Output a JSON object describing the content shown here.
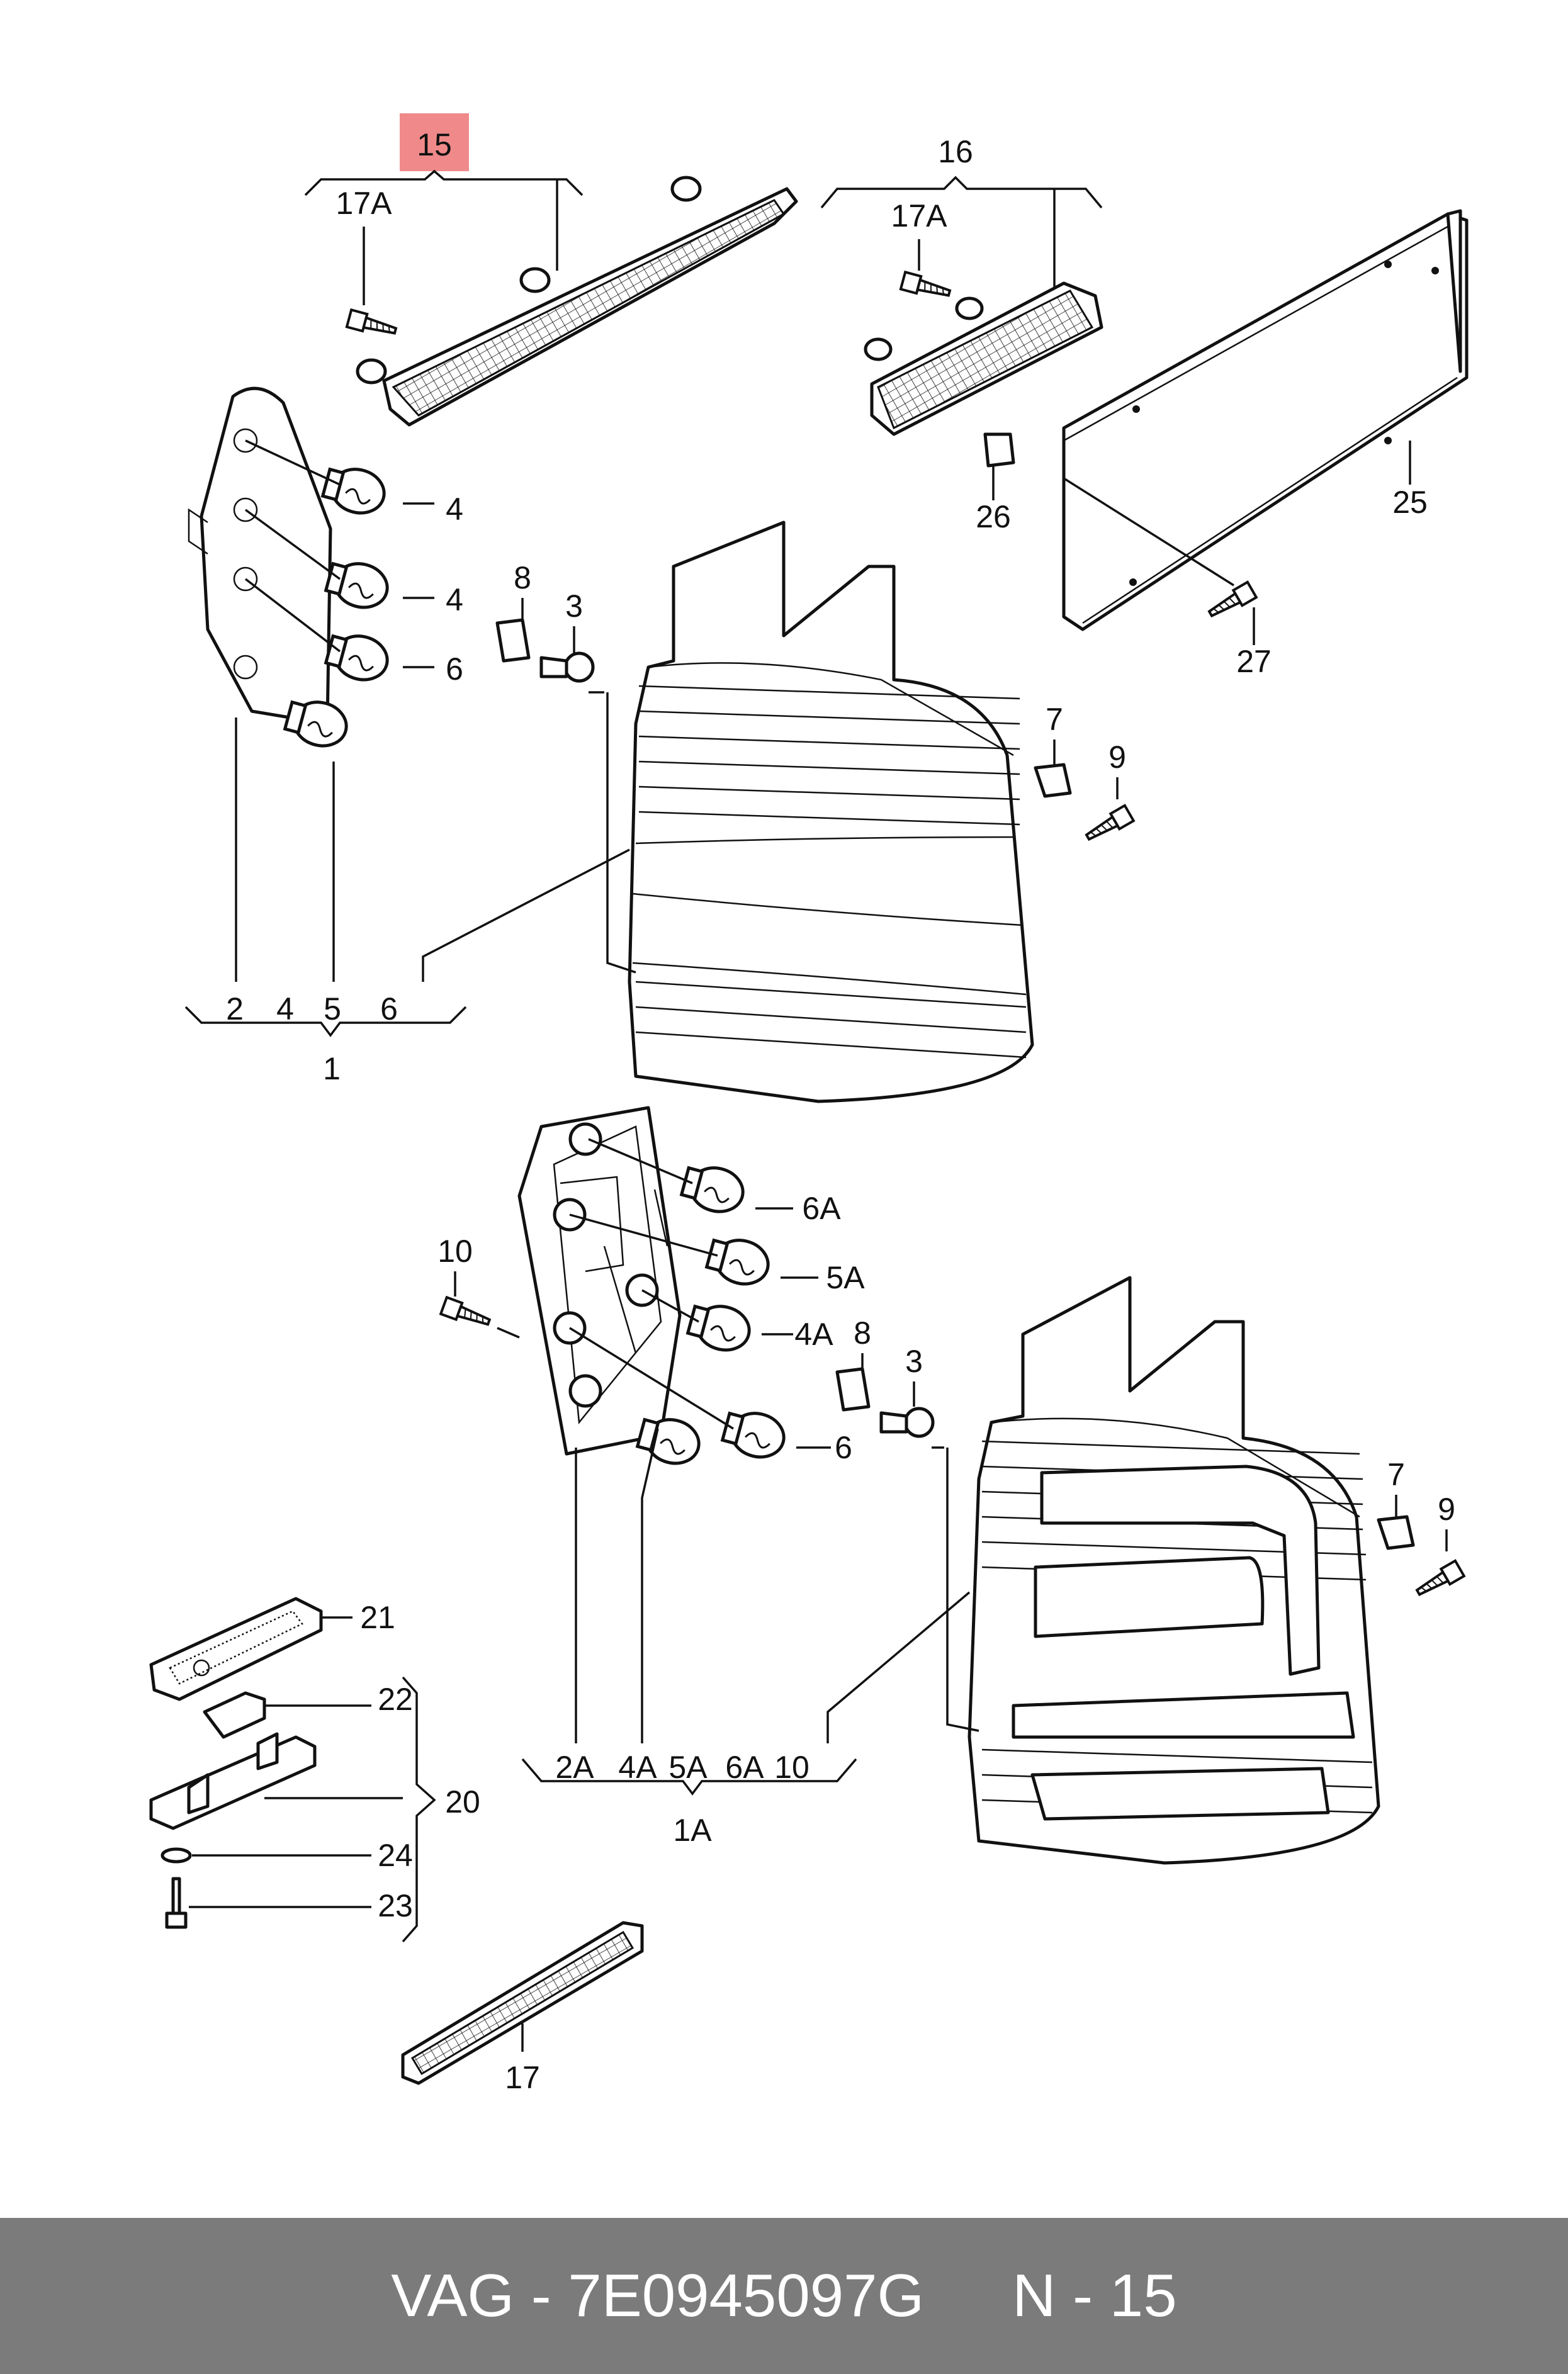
{
  "callouts": {
    "c15": "15",
    "c17a_top": "17A",
    "c16": "16",
    "c17a_right": "17A",
    "c4_a": "4",
    "c4_b": "4",
    "c6": "6",
    "c8": "8",
    "c3": "3",
    "c26": "26",
    "c25": "25",
    "c27": "27",
    "c7": "7",
    "c9": "9",
    "c2": "2",
    "c4_bottom": "4",
    "c5": "5",
    "c6_bottom": "6",
    "c1": "1",
    "c10": "10",
    "c6a": "6A",
    "c5a": "5A",
    "c4a": "4A",
    "c8_b": "8",
    "c3_b": "3",
    "c6_b": "6",
    "c7_b": "7",
    "c9_b": "9",
    "c2a": "2A",
    "c4a_bottom": "4A",
    "c5a_bottom": "5A",
    "c6a_bottom": "6A",
    "c10_bottom": "10",
    "c1a": "1A",
    "c21": "21",
    "c22": "22",
    "c20": "20",
    "c24": "24",
    "c23": "23",
    "c17": "17"
  },
  "highlight": {
    "part": "15",
    "color": "#f08a8a"
  },
  "footer": {
    "brand_code": "VAG - 7E0945097G",
    "page": "N - 15"
  }
}
